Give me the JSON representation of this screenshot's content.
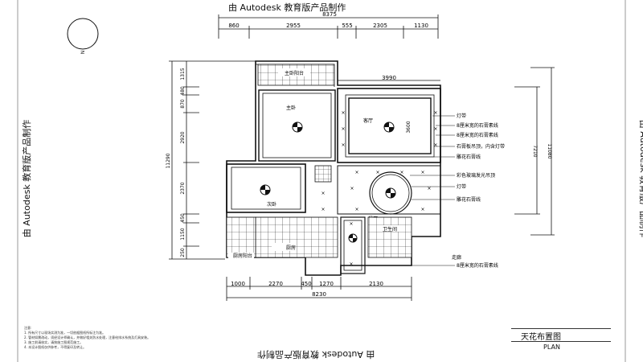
{
  "watermark": "由 Autodesk 教育版产品制作",
  "dimensions": {
    "top_total": "8375",
    "top": [
      "860",
      "2955",
      "555",
      "2305",
      "1130"
    ],
    "right_inner": "3990",
    "left_vertical": [
      "1315",
      "480",
      "870",
      "2920",
      "2370",
      "450",
      "1150",
      "250"
    ],
    "left_total": "11290",
    "right_vertical": [
      "7210",
      "11080"
    ],
    "living_height": "3600",
    "bottom": [
      "1000",
      "2270",
      "450",
      "1270",
      "2130"
    ],
    "bottom_total": "8230"
  },
  "north_label": "N",
  "rooms": {
    "master_balcony": "主卧阳台",
    "master_bedroom": "主卧",
    "living_room": "客厅",
    "second_bedroom": "次卧",
    "dining": "餐厅",
    "kitchen": "厨房",
    "kitchen_balcony": "厨房阳台",
    "bathroom": "卫生间",
    "corridor": "走廊"
  },
  "annotations": [
    "灯带",
    "8厘米宽的石膏素线",
    "8厘米宽的石膏素线",
    "石膏板吊顶，内含灯带",
    "雕花石膏线",
    "彩色玻璃发光吊顶",
    "灯带",
    "雕花石膏线",
    "8厘米宽的石膏素线"
  ],
  "notes": {
    "heading": "注意:",
    "lines": [
      "1. 所有尺寸以现场实测为准，一切依据图纸所标注为准。",
      "2. 管材如需改动，须经设计师确认，并做好相关防水处理，注意给排水系统及灯具安装。",
      "3. 施工前请核实，请按施工图规范施工。",
      "4. 本设计图纸仅供参考，不得复印及转让。"
    ]
  },
  "title_block": {
    "title": "天花布置图",
    "subtitle": "PLAN"
  }
}
